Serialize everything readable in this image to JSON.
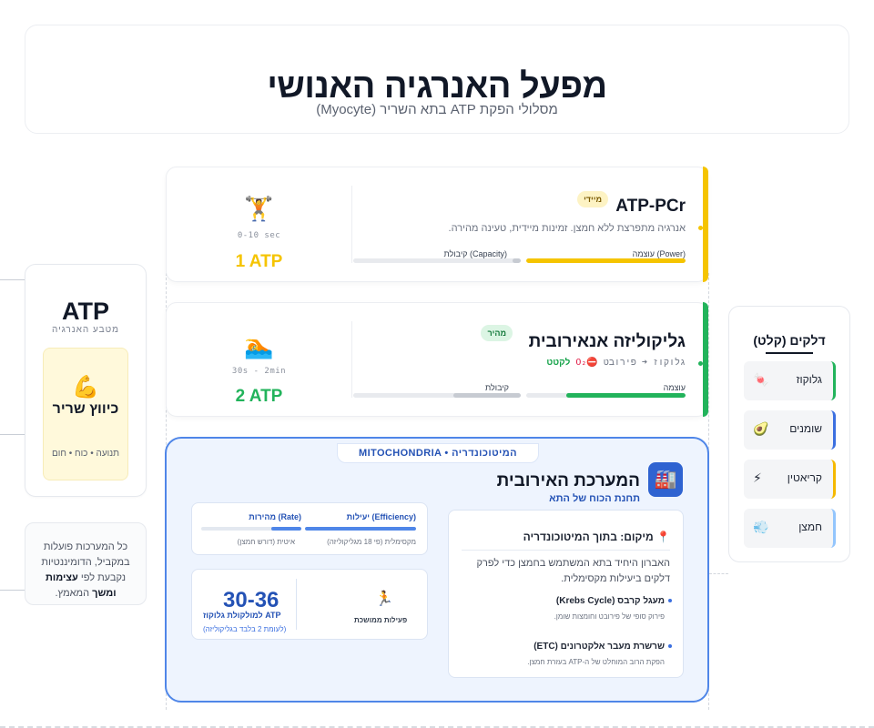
{
  "header": {
    "title": "מפעל האנרגיה האנושי",
    "subtitle": "מסלולי הפקת ATP בתא השריר (Myocyte)"
  },
  "atp_card": {
    "title": "ATP",
    "subtitle": "מטבע האנרגיה",
    "muscle_icon": "flexed-biceps-icon",
    "muscle_emoji": "💪",
    "muscle_title": "כיווץ שריר",
    "muscle_sub": "תנועה • כוח • חום"
  },
  "note": {
    "text_before": "כל המערכות פועלות במקביל, הדומיננטיות נקבעת לפי ",
    "text_bold": "עצימות ומשך",
    "text_after": " המאמץ."
  },
  "fuels": {
    "title": "דלקים (קלט)",
    "items": [
      {
        "label": "גלוקוז",
        "icon": "candy-icon",
        "emoji": "🍬",
        "color": "#22b35b"
      },
      {
        "label": "שומנים",
        "icon": "avocado-icon",
        "emoji": "🥑",
        "color": "#3b6fe0"
      },
      {
        "label": "קריאטין",
        "icon": "lightning-icon",
        "emoji": "⚡",
        "color": "#f5b800"
      },
      {
        "label": "חמצן",
        "icon": "wind-icon",
        "emoji": "💨",
        "color": "#93c5fd"
      }
    ]
  },
  "pathways": [
    {
      "title": "ATP-PCr",
      "badge": "מיידי",
      "desc": "אנרגיה מתפרצת ללא חמצן. זמינות מיידית, טעינה מהירה.",
      "power_label": "עוצמה (Power)",
      "capacity_label": "קיבולת (Capacity)",
      "power": 1.0,
      "capacity": 0.05,
      "time": "0-10 sec",
      "atp": "1 ATP",
      "icon": "weightlifter-icon",
      "emoji": "🏋️",
      "color": "#f5c400"
    },
    {
      "title": "גליקוליזה אנאירובית",
      "badge": "מהיר",
      "flow_a": "גלוקוז",
      "flow_arrow": "➜",
      "flow_b": "פירובט",
      "flow_no_o2": "⛔O₂",
      "flow_lactate": "לקטט",
      "power_label": "עוצמה",
      "capacity_label": "קיבולת",
      "power": 0.75,
      "capacity": 0.4,
      "time": "30s - 2min",
      "atp": "2 ATP",
      "icon": "swimmer-icon",
      "emoji": "🏊",
      "color": "#22b35b"
    }
  ],
  "mito": {
    "tag": "MITOCHONDRIA • המיטוכונדריה",
    "title": "המערכת האירובית",
    "subtitle": "תחנת הכוח של התא",
    "icon": "factory-icon",
    "emoji": "🏭",
    "location_icon": "pin-icon",
    "location_emoji": "📍",
    "location_title": "מיקום: בתוך המיטוכונדריה",
    "location_desc": "האברון היחיד בתא המשתמש בחמצן כדי לפרק דלקים ביעילות מקסימלית.",
    "krebs_title": "מעגל קרבס (Krebs Cycle)",
    "krebs_sub": "פירוק סופי של פירובט וחומצות שומן.",
    "etc_title": "שרשרת מעבר אלקטרונים (ETC)",
    "etc_sub": "הפקת הרוב המוחלט של ה-ATP בעזרת חמצן.",
    "efficiency_label": "יעילות (Efficiency)",
    "efficiency_sub": "מקסימלית (פי 18 מגליקוליזה)",
    "efficiency": 1.0,
    "rate_label": "מהירות (Rate)",
    "rate_sub": "איטית (דורש חמצן)",
    "rate": 0.3,
    "atp_range": "30-36",
    "atp_text": "ATP למולקולת גלוקוז",
    "atp_note": "(לעומת 2 בלבד בגליקוליזה)",
    "activity_icon": "runner-icon",
    "activity_emoji": "🏃",
    "activity_label": "פעילות ממושכת"
  }
}
